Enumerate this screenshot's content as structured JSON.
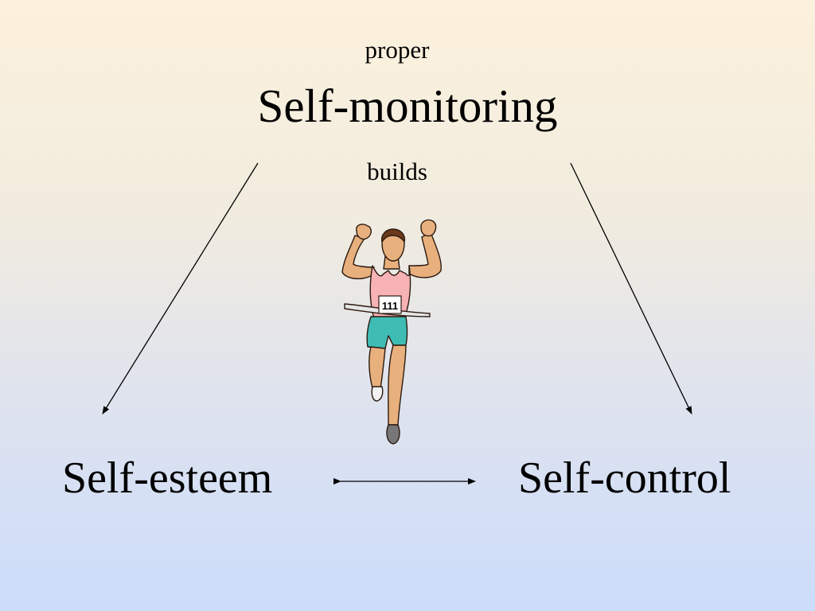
{
  "diagram": {
    "top_label": "proper",
    "title": "Self-monitoring",
    "sub_label": "builds",
    "left_node": "Self-esteem",
    "right_node": "Self-control",
    "runner_bib": "111"
  },
  "colors": {
    "background_top": "#fcf1dc",
    "background_bottom": "#cbddfb",
    "arrow": "#000000",
    "singlet": "#f7b2b5",
    "shorts": "#3fbcb4",
    "skin": "#e8b07d",
    "hair": "#6b3a1a"
  },
  "icons": {
    "figure": "runner-icon"
  }
}
